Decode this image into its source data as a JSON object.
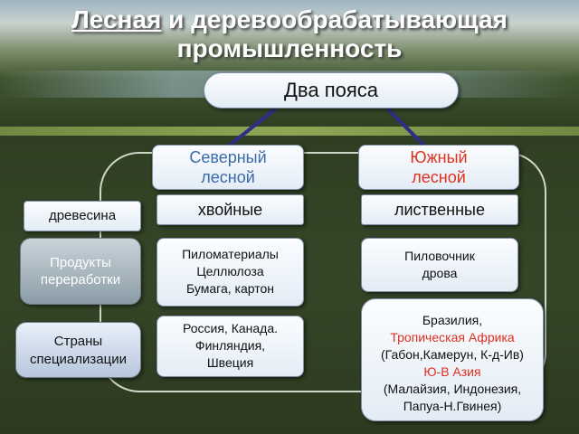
{
  "title": {
    "line1_part1": "Лесная",
    "line1_part2": " и деревообрабатывающая",
    "line2": "промышленность"
  },
  "top_node": "Два пояса",
  "north": {
    "line1": "Северный",
    "line2": "лесной",
    "type": "хвойные",
    "products": [
      "Пиломатериалы",
      "Целлюлоза",
      "Бумага, картон"
    ],
    "countries": [
      "Россия, Канада.",
      "Финляндия,",
      "Швеция"
    ]
  },
  "south": {
    "line1": "Южный",
    "line2": "лесной",
    "type": "лиственные",
    "products": [
      "Пиловочник",
      "дрова"
    ],
    "countries": [
      "Бразилия,",
      "Тропическая Африка",
      "(Габон,Камерун, К-д-Ив)",
      "Ю-В Азия",
      "(Малайзия, Индонезия,",
      "Папуа-Н.Гвинея)"
    ]
  },
  "left_labels": {
    "wood": "древесина",
    "processing_1": "Продукты",
    "processing_2": "переработки",
    "countries_1": "Страны",
    "countries_2": "специализации"
  },
  "colors": {
    "north_title": "#3b6aa8",
    "south_title": "#e0301e",
    "connector": "#2b2f86"
  }
}
